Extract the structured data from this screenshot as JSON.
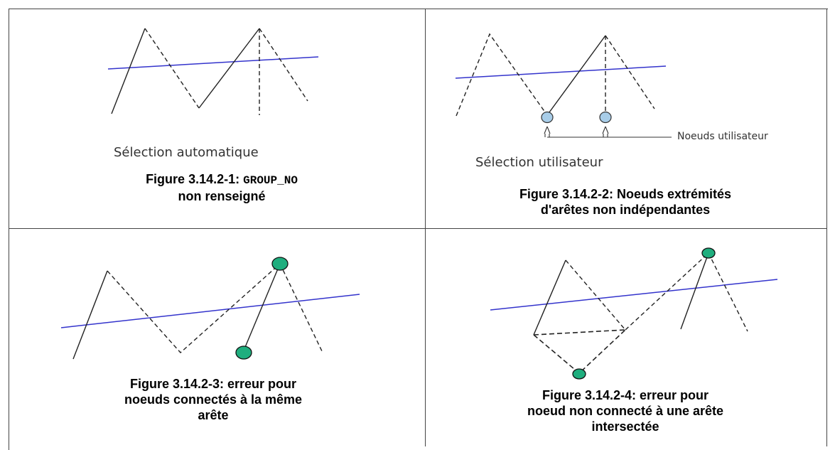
{
  "panel1": {
    "subtitle": "Sélection automatique",
    "caption_prefix": "Figure 3.14.2-1: ",
    "caption_code": "GROUP_NO",
    "caption_rest": "non renseigné"
  },
  "panel2": {
    "annotation": "Noeuds utilisateur",
    "subtitle": "Sélection utilisateur",
    "caption_line1": "Figure 3.14.2-2: Noeuds extrémités",
    "caption_line2": "d'arêtes non indépendantes"
  },
  "panel3": {
    "caption_line1": "Figure 3.14.2-3: erreur pour",
    "caption_line2": "noeuds connectés à la même",
    "caption_line3": "arête"
  },
  "panel4": {
    "caption_line1": "Figure 3.14.2-4: erreur pour",
    "caption_line2": "noeud non connecté à une arête",
    "caption_line3": "intersectée"
  },
  "colors": {
    "crack_line": "#3333cc",
    "user_node": "#a8cde8",
    "error_node": "#1fae7e"
  }
}
